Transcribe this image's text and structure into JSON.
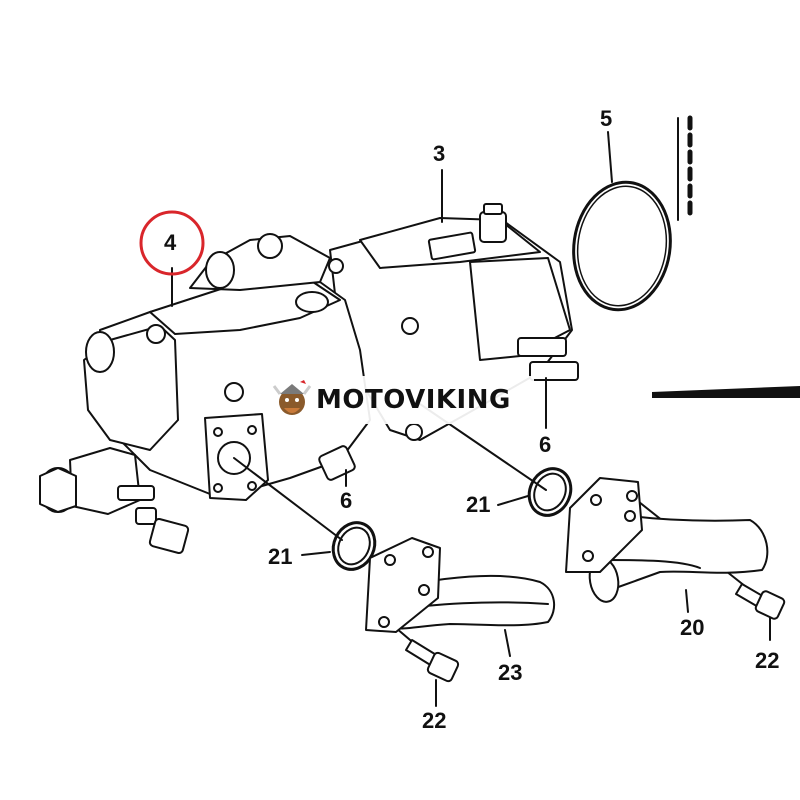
{
  "watermark": {
    "text": "MOTOVIKING"
  },
  "callouts": {
    "c3": "3",
    "c4": "4",
    "c5": "5",
    "c6a": "6",
    "c6b": "6",
    "c20": "20",
    "c21a": "21",
    "c21b": "21",
    "c22a": "22",
    "c22b": "22",
    "c23": "23"
  },
  "colors": {
    "line": "#111111",
    "highlight": "#d9262b",
    "fill": "#ffffff"
  },
  "icons": [
    "viking-logo-icon"
  ]
}
